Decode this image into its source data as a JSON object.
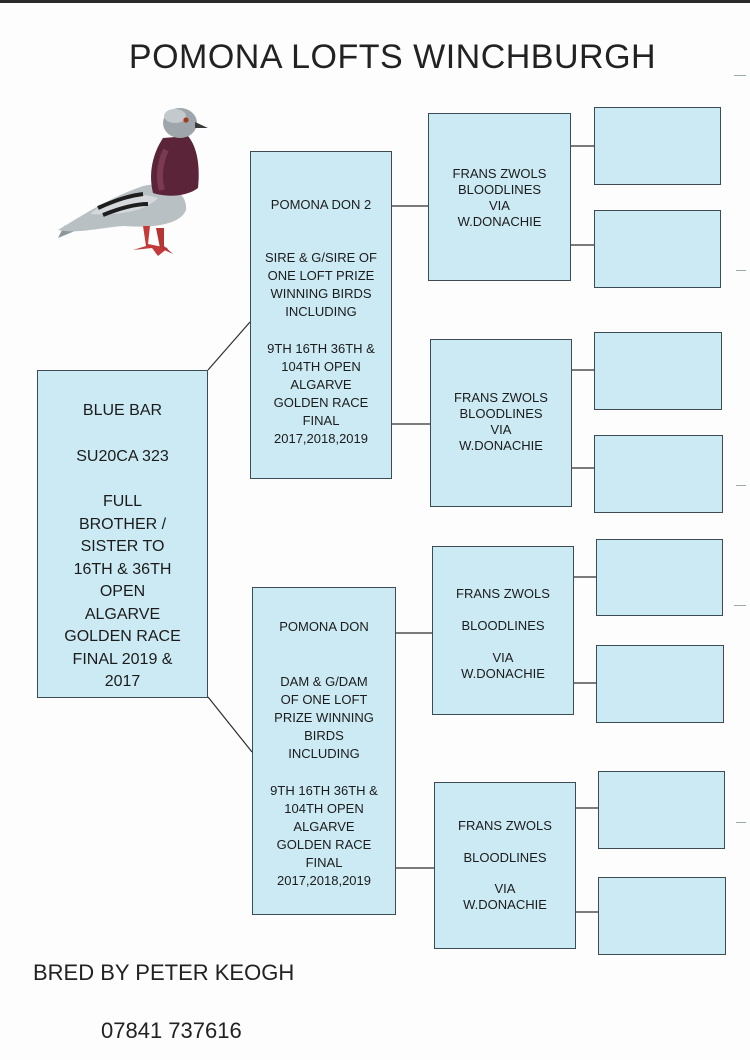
{
  "title": "POMONA LOFTS WINCHBURGH",
  "main_bird": {
    "name": "BLUE BAR",
    "ring": "SU20CA 323",
    "desc": [
      "FULL",
      "BROTHER /",
      "SISTER TO",
      "16TH & 36TH",
      "OPEN",
      "ALGARVE",
      "GOLDEN RACE",
      "FINAL 2019 &",
      "2017"
    ]
  },
  "sire": {
    "name": "POMONA DON 2",
    "desc": [
      "SIRE & G/SIRE OF",
      "ONE LOFT PRIZE",
      "WINNING BIRDS",
      "INCLUDING"
    ],
    "results": [
      "9TH 16TH 36TH &",
      "104TH OPEN",
      "ALGARVE",
      "GOLDEN RACE",
      "FINAL",
      "2017,2018,2019"
    ]
  },
  "dam": {
    "name": "POMONA DON",
    "desc": [
      "DAM & G/DAM",
      "OF ONE LOFT",
      "PRIZE WINNING",
      "BIRDS",
      "INCLUDING"
    ],
    "results": [
      "9TH 16TH 36TH &",
      "104TH OPEN",
      "ALGARVE",
      "GOLDEN RACE",
      "FINAL",
      "2017,2018,2019"
    ]
  },
  "grandparents": [
    {
      "line1": "FRANS ZWOLS",
      "line2": "BLOODLINES",
      "line3": "VIA",
      "line4": "W.DONACHIE"
    },
    {
      "line1": "FRANS ZWOLS",
      "line2": "BLOODLINES",
      "line3": "VIA",
      "line4": "W.DONACHIE"
    },
    {
      "line1": "FRANS ZWOLS",
      "line2": "BLOODLINES",
      "line3": "VIA",
      "line4": "W.DONACHIE"
    },
    {
      "line1": "FRANS ZWOLS",
      "line2": "BLOODLINES",
      "line3": "VIA",
      "line4": "W.DONACHIE"
    }
  ],
  "footer": {
    "bred_by": "BRED BY PETER KEOGH",
    "phone": "07841 737616"
  },
  "colors": {
    "box_fill": "#cbeaf4",
    "box_border": "#3b4c55"
  },
  "icons": [
    "pigeon-illustration"
  ]
}
